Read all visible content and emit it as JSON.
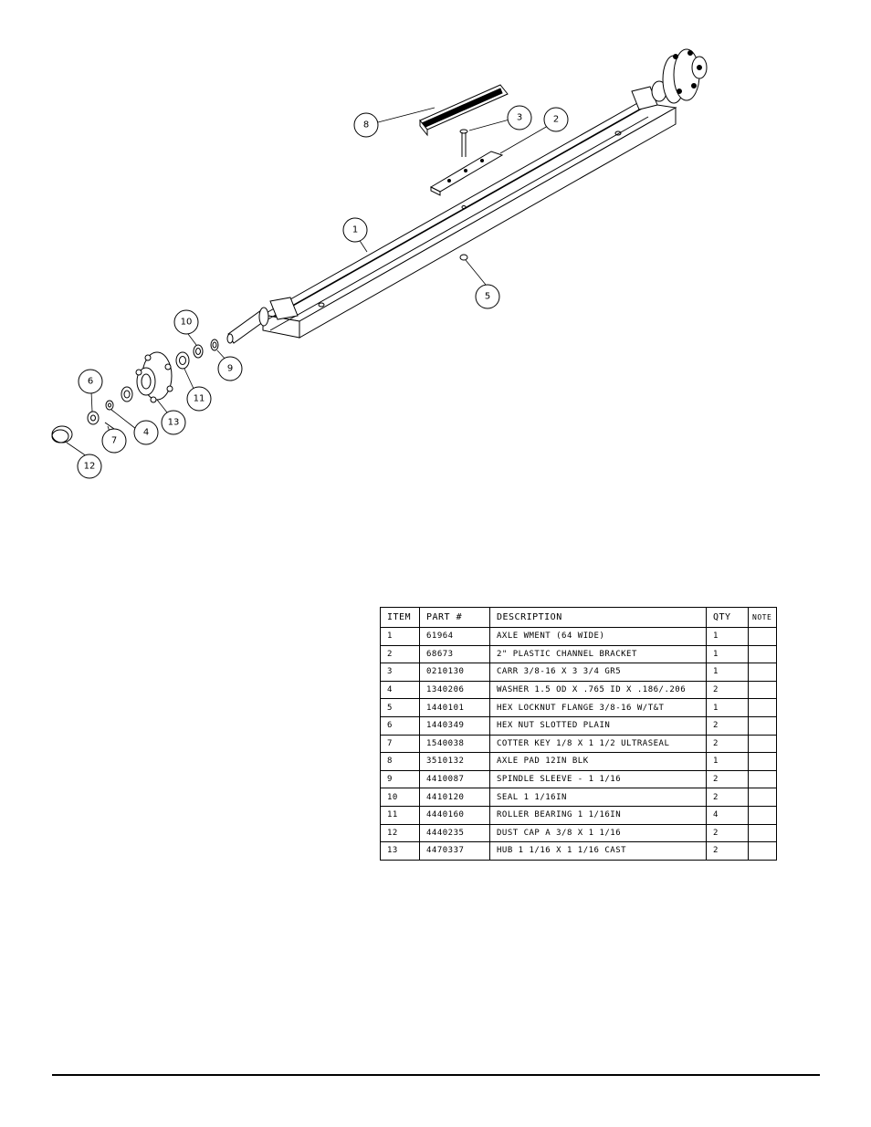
{
  "drawing": {
    "balloons": [
      {
        "id": "1",
        "label": "1"
      },
      {
        "id": "2",
        "label": "2"
      },
      {
        "id": "3",
        "label": "3"
      },
      {
        "id": "4",
        "label": "4"
      },
      {
        "id": "5",
        "label": "5"
      },
      {
        "id": "6",
        "label": "6"
      },
      {
        "id": "7",
        "label": "7"
      },
      {
        "id": "8",
        "label": "8"
      },
      {
        "id": "9",
        "label": "9"
      },
      {
        "id": "10",
        "label": "10"
      },
      {
        "id": "11",
        "label": "11"
      },
      {
        "id": "12",
        "label": "12"
      },
      {
        "id": "13",
        "label": "13"
      }
    ]
  },
  "table": {
    "headers": {
      "item": "ITEM",
      "part": "PART #",
      "description": "DESCRIPTION",
      "qty": "QTY",
      "note": "NOTE"
    },
    "rows": [
      {
        "item": "1",
        "part": "61964",
        "description": "AXLE WMENT (64 WIDE)",
        "qty": "1",
        "note": ""
      },
      {
        "item": "2",
        "part": "68673",
        "description": "2\" PLASTIC CHANNEL BRACKET",
        "qty": "1",
        "note": ""
      },
      {
        "item": "3",
        "part": "0210130",
        "description": "CARR 3/8-16 X 3 3/4 GR5",
        "qty": "1",
        "note": ""
      },
      {
        "item": "4",
        "part": "1340206",
        "description": "WASHER 1.5 OD X .765 ID X .186/.206",
        "qty": "2",
        "note": ""
      },
      {
        "item": "5",
        "part": "1440101",
        "description": "HEX LOCKNUT FLANGE 3/8-16 W/T&T",
        "qty": "1",
        "note": ""
      },
      {
        "item": "6",
        "part": "1440349",
        "description": "HEX NUT SLOTTED PLAIN",
        "qty": "2",
        "note": ""
      },
      {
        "item": "7",
        "part": "1540038",
        "description": "COTTER KEY 1/8 X 1 1/2 ULTRASEAL",
        "qty": "2",
        "note": ""
      },
      {
        "item": "8",
        "part": "3510132",
        "description": "AXLE PAD 12IN  BLK",
        "qty": "1",
        "note": ""
      },
      {
        "item": "9",
        "part": "4410087",
        "description": "SPINDLE SLEEVE - 1 1/16",
        "qty": "2",
        "note": ""
      },
      {
        "item": "10",
        "part": "4410120",
        "description": "SEAL  1 1/16IN",
        "qty": "2",
        "note": ""
      },
      {
        "item": "11",
        "part": "4440160",
        "description": "ROLLER BEARING   1 1/16IN",
        "qty": "4",
        "note": ""
      },
      {
        "item": "12",
        "part": "4440235",
        "description": "DUST CAP A 3/8 X 1 1/16",
        "qty": "2",
        "note": ""
      },
      {
        "item": "13",
        "part": "4470337",
        "description": "HUB   1 1/16 X 1 1/16 CAST",
        "qty": "2",
        "note": ""
      }
    ]
  }
}
